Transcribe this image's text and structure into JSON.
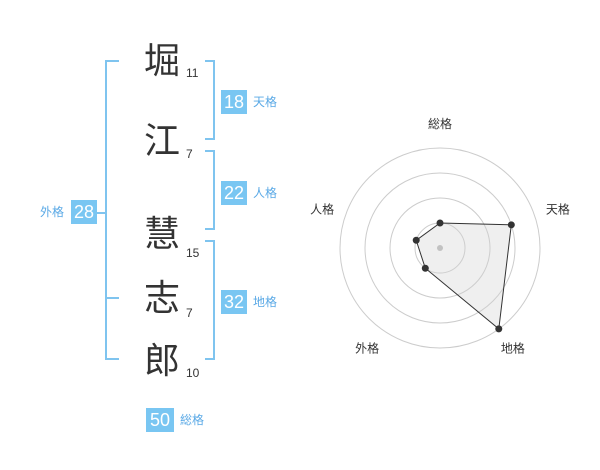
{
  "name": {
    "chars": [
      {
        "char": "堀",
        "strokes": "11"
      },
      {
        "char": "江",
        "strokes": "7"
      },
      {
        "char": "慧",
        "strokes": "15"
      },
      {
        "char": "志",
        "strokes": "7"
      },
      {
        "char": "郎",
        "strokes": "10"
      }
    ]
  },
  "grades": {
    "tenkaku": {
      "value": "18",
      "label": "天格"
    },
    "jinkaku": {
      "value": "22",
      "label": "人格"
    },
    "chikaku": {
      "value": "32",
      "label": "地格"
    },
    "gaikaku": {
      "value": "28",
      "label": "外格"
    },
    "soukaku": {
      "value": "50",
      "label": "総格"
    }
  },
  "colors": {
    "accent": "#79c6f2",
    "bracket": "#7fc4ef",
    "text": "#333333"
  },
  "chart_data": {
    "type": "radar",
    "axes": [
      "総格",
      "天格",
      "地格",
      "外格",
      "人格"
    ],
    "rings": 4,
    "max": 4,
    "values": [
      1,
      3,
      4,
      1,
      1
    ]
  }
}
